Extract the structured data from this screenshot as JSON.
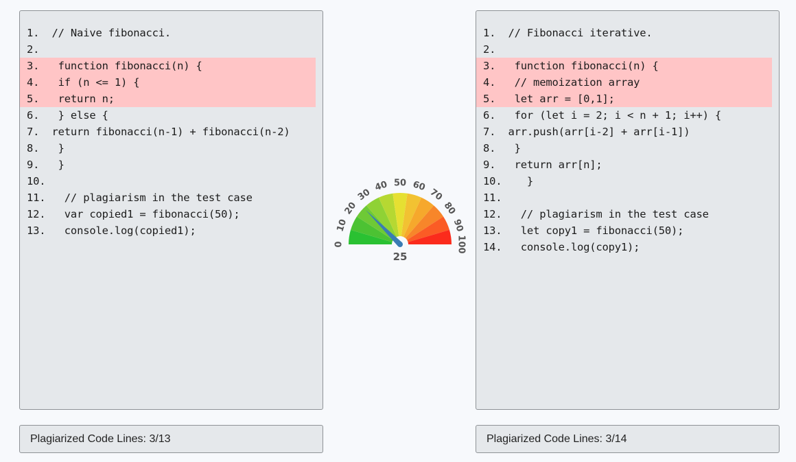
{
  "left_panel": {
    "lines": [
      {
        "num": "1.",
        "text": "// Naive fibonacci.",
        "hl": false
      },
      {
        "num": "2.",
        "text": "",
        "hl": false
      },
      {
        "num": "3.",
        "text": " function fibonacci(n) {",
        "hl": true
      },
      {
        "num": "4.",
        "text": " if (n <= 1) {",
        "hl": true
      },
      {
        "num": "5.",
        "text": " return n;",
        "hl": true
      },
      {
        "num": "6.",
        "text": " } else {",
        "hl": false
      },
      {
        "num": "7.",
        "text": "return fibonacci(n-1) + fibonacci(n-2)",
        "hl": false
      },
      {
        "num": "8.",
        "text": " }",
        "hl": false
      },
      {
        "num": "9.",
        "text": " }",
        "hl": false
      },
      {
        "num": "10.",
        "text": "",
        "hl": false
      },
      {
        "num": "11.",
        "text": " // plagiarism in the test case",
        "hl": false
      },
      {
        "num": "12.",
        "text": " var copied1 = fibonacci(50);",
        "hl": false
      },
      {
        "num": "13.",
        "text": " console.log(copied1);",
        "hl": false
      }
    ],
    "summary": "Plagiarized Code Lines: 3/13"
  },
  "right_panel": {
    "lines": [
      {
        "num": "1.",
        "text": "// Fibonacci iterative.",
        "hl": false
      },
      {
        "num": "2.",
        "text": "",
        "hl": false
      },
      {
        "num": "3.",
        "text": " function fibonacci(n) {",
        "hl": true
      },
      {
        "num": "4.",
        "text": " // memoization array",
        "hl": true
      },
      {
        "num": "5.",
        "text": " let arr = [0,1];",
        "hl": true
      },
      {
        "num": "6.",
        "text": " for (let i = 2; i < n + 1; i++) {",
        "hl": false
      },
      {
        "num": "7.",
        "text": "arr.push(arr[i-2] + arr[i-1])",
        "hl": false
      },
      {
        "num": "8.",
        "text": " }",
        "hl": false
      },
      {
        "num": "9.",
        "text": " return arr[n];",
        "hl": false
      },
      {
        "num": "10.",
        "text": "  }",
        "hl": false
      },
      {
        "num": "11.",
        "text": "",
        "hl": false
      },
      {
        "num": "12.",
        "text": " // plagiarism in the test case",
        "hl": false
      },
      {
        "num": "13.",
        "text": " let copy1 = fibonacci(50);",
        "hl": false
      },
      {
        "num": "14.",
        "text": " console.log(copy1);",
        "hl": false
      }
    ],
    "summary": "Plagiarized Code Lines: 3/14"
  },
  "gauge": {
    "value": 25,
    "value_label": "25",
    "min": 0,
    "max": 100,
    "ticks": [
      "0",
      "10",
      "20",
      "30",
      "40",
      "50",
      "60",
      "70",
      "80",
      "90",
      "100"
    ],
    "segment_colors": [
      "#2ac132",
      "#4cc233",
      "#6ec936",
      "#8fd235",
      "#b6d832",
      "#e6e032",
      "#f2c232",
      "#f6a82c",
      "#f7862a",
      "#fb5c25",
      "#fb2b1c"
    ],
    "needle_color": "#3a7cb4"
  }
}
